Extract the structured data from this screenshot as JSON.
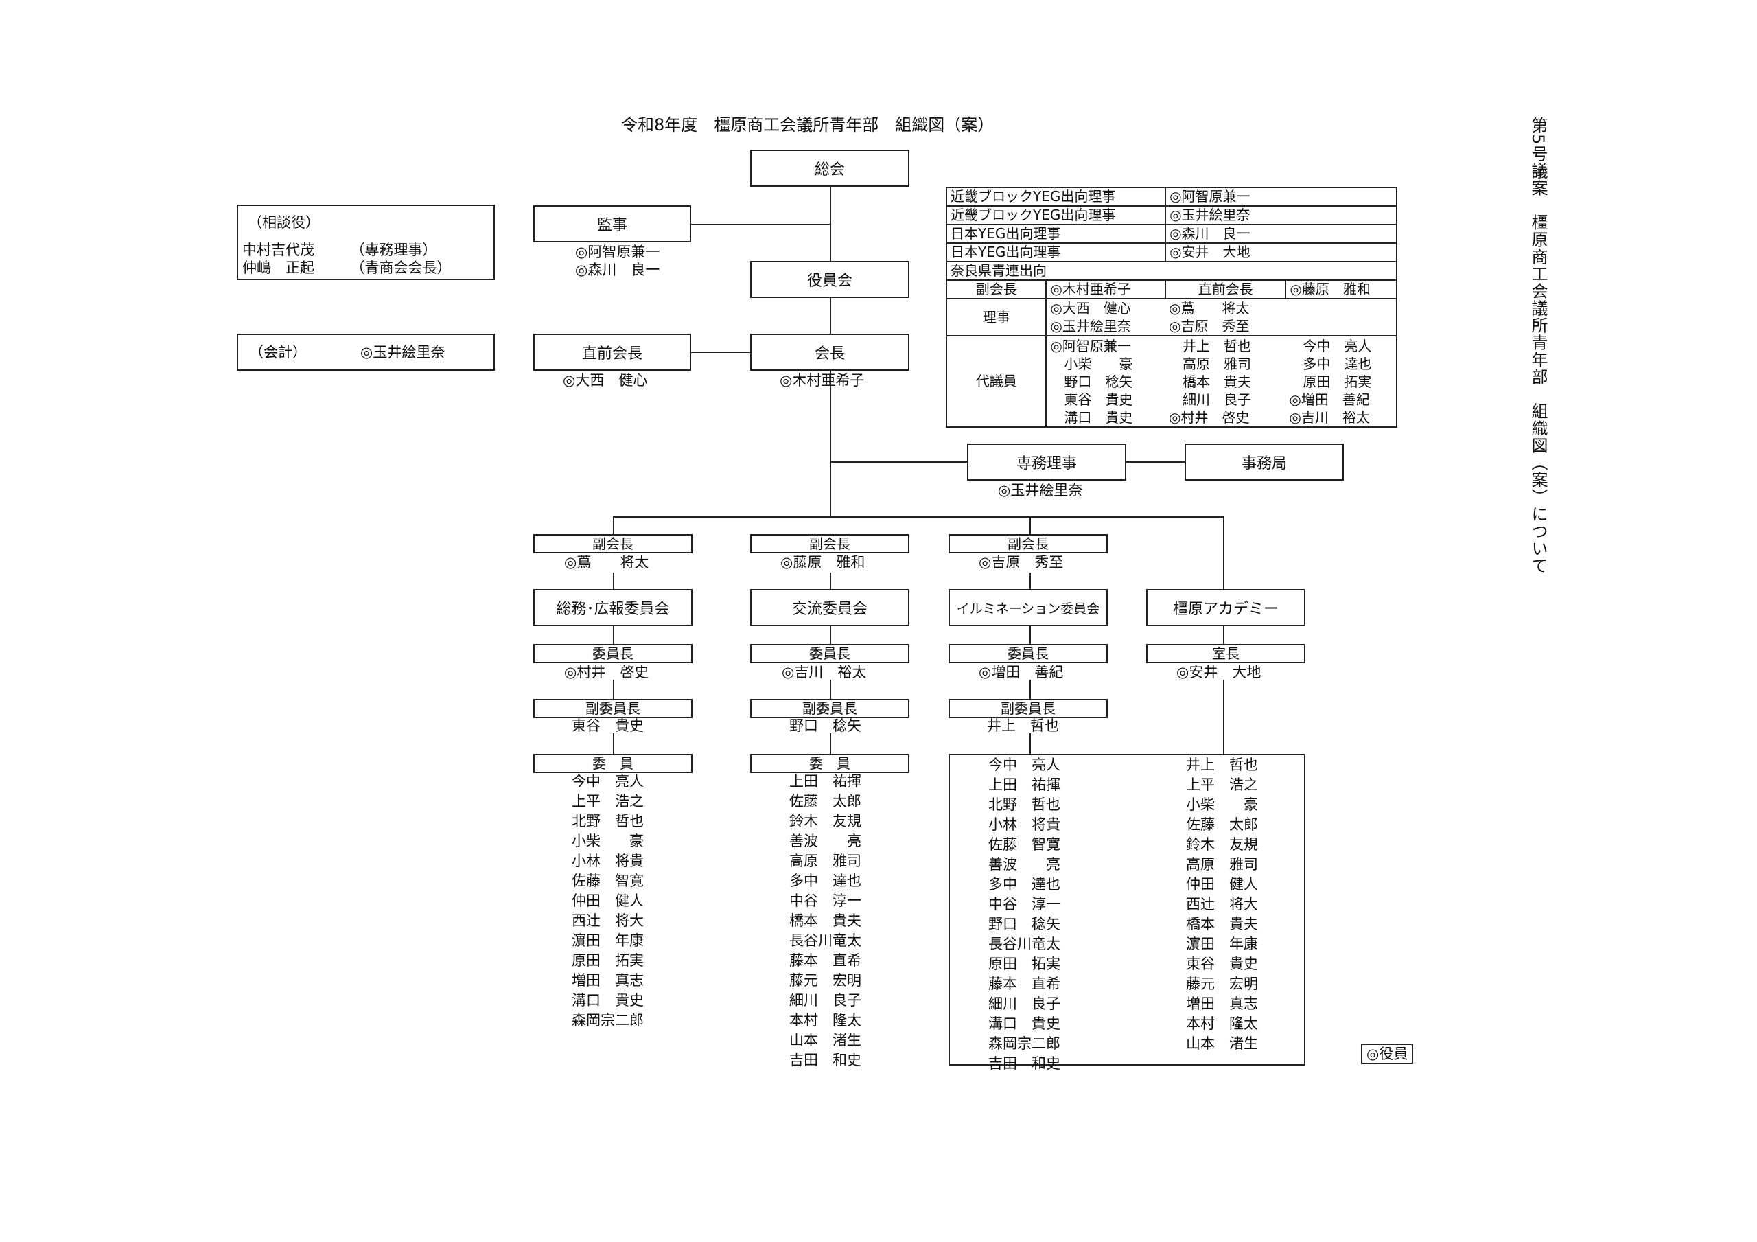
{
  "title": "令和8年度　橿原商工会議所青年部　組織図（案）",
  "vertical_title": "第5号議案　橿原商工会議所青年部　組織図（案）について",
  "advisors": {
    "header": "（相談役）",
    "rows": [
      "中村吉代茂　　　（専務理事）",
      "仲嶋　正起　　　（青商会会長）"
    ]
  },
  "accountant": {
    "label": "（会計）",
    "name": "◎玉井絵里奈"
  },
  "top": {
    "general_meeting": "総会",
    "auditor": "監事",
    "auditor_names": "◎阿智原兼一\n◎森川　良一",
    "board": "役員会",
    "past_president": "直前会長",
    "past_president_name": "◎大西　健心",
    "president": "会長",
    "president_name": "◎木村亜希子",
    "managing_director": "専務理事",
    "managing_director_name": "◎玉井絵里奈",
    "secretariat": "事務局"
  },
  "yeg_table": {
    "rows": [
      {
        "role": "近畿ブロックYEG出向理事",
        "name": "◎阿智原兼一"
      },
      {
        "role": "近畿ブロックYEG出向理事",
        "name": "◎玉井絵里奈"
      },
      {
        "role": "日本YEG出向理事",
        "name": "◎森川　良一"
      },
      {
        "role": "日本YEG出向理事",
        "name": "◎安井　大地"
      }
    ],
    "pref_header": "奈良県青連出向",
    "vp_label": "副会長",
    "vp_name": "◎木村亜希子",
    "past_label": "直前会長",
    "past_name": "◎藤原　雅和",
    "director_label": "理事",
    "directors_col1": "◎大西　健心\n◎玉井絵里奈",
    "directors_col2": "◎蔦　　将太\n◎吉原　秀至",
    "delegate_label": "代議員",
    "delegates_col1": "◎阿智原兼一\n　小柴　　豪\n　野口　稔矢\n　東谷　貴史\n　溝口　貴史",
    "delegates_col2": "　井上　哲也\n　高原　雅司\n　橋本　貴夫\n　細川　良子\n◎村井　啓史",
    "delegates_col3": "　今中　亮人\n　多中　達也\n　原田　拓実\n◎増田　善紀\n◎吉川　裕太"
  },
  "vp_label": "副会長",
  "chair_label": "委員長",
  "vice_chair_label": "副委員長",
  "members_label": "委　員",
  "room_chief_label": "室長",
  "divisions": [
    {
      "vp": "◎蔦　　将太",
      "committee": "総務･広報委員会",
      "chair": "◎村井　啓史",
      "vice": "東谷　貴史",
      "members": "今中　亮人\n上平　浩之\n北野　哲也\n小柴　　豪\n小林　将貴\n佐藤　智寛\n仲田　健人\n西辻　将大\n濵田　年康\n原田　拓実\n増田　真志\n溝口　貴史\n森岡宗二郎"
    },
    {
      "vp": "◎藤原　雅和",
      "committee": "交流委員会",
      "chair": "◎吉川　裕太",
      "vice": "野口　稔矢",
      "members": "上田　祐揮\n佐藤　太郎\n鈴木　友規\n善波　　亮\n高原　雅司\n多中　達也\n中谷　淳一\n橋本　貴夫\n長谷川竜太\n藤本　直希\n藤元　宏明\n細川　良子\n本村　隆太\n山本　渚生\n吉田　和史"
    },
    {
      "vp": "◎吉原　秀至",
      "committee": "イルミネーション委員会",
      "chair": "◎増田　善紀",
      "vice": "井上　哲也"
    },
    {
      "committee": "橿原アカデミー",
      "chair": "◎安井　大地"
    }
  ],
  "shared_members_col1": "今中　亮人\n上田　祐揮\n北野　哲也\n小林　将貴\n佐藤　智寛\n善波　　亮\n多中　達也\n中谷　淳一\n野口　稔矢\n長谷川竜太\n原田　拓実\n藤本　直希\n細川　良子\n溝口　貴史\n森岡宗二郎\n吉田　和史",
  "shared_members_col2": "井上　哲也\n上平　浩之\n小柴　　豪\n佐藤　太郎\n鈴木　友規\n高原　雅司\n仲田　健人\n西辻　将大\n橋本　貴夫\n濵田　年康\n東谷　貴史\n藤元　宏明\n増田　真志\n本村　隆太\n山本　渚生",
  "legend": "◎役員"
}
